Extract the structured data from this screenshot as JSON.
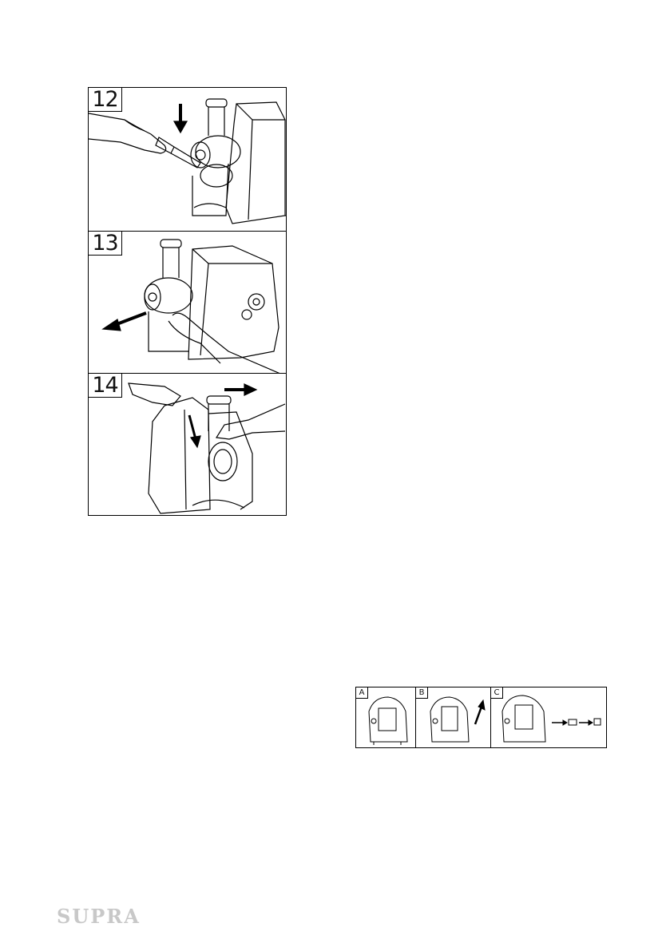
{
  "steps": [
    {
      "number": "12",
      "illustration": "hand-pushing-tool-into-grinder"
    },
    {
      "number": "13",
      "illustration": "hand-pulling-grinder-head-out"
    },
    {
      "number": "14",
      "illustration": "hands-removing-grinder-head"
    }
  ],
  "sub_steps": [
    {
      "letter": "A",
      "illustration": "grinder-rear-view"
    },
    {
      "letter": "B",
      "illustration": "grinder-rear-cover-removed"
    },
    {
      "letter": "C",
      "illustration": "grinder-parts-removed"
    }
  ],
  "footer": {
    "brand": "SUPRA"
  },
  "colors": {
    "line": "#000000",
    "brand": "#c8c8c8"
  }
}
